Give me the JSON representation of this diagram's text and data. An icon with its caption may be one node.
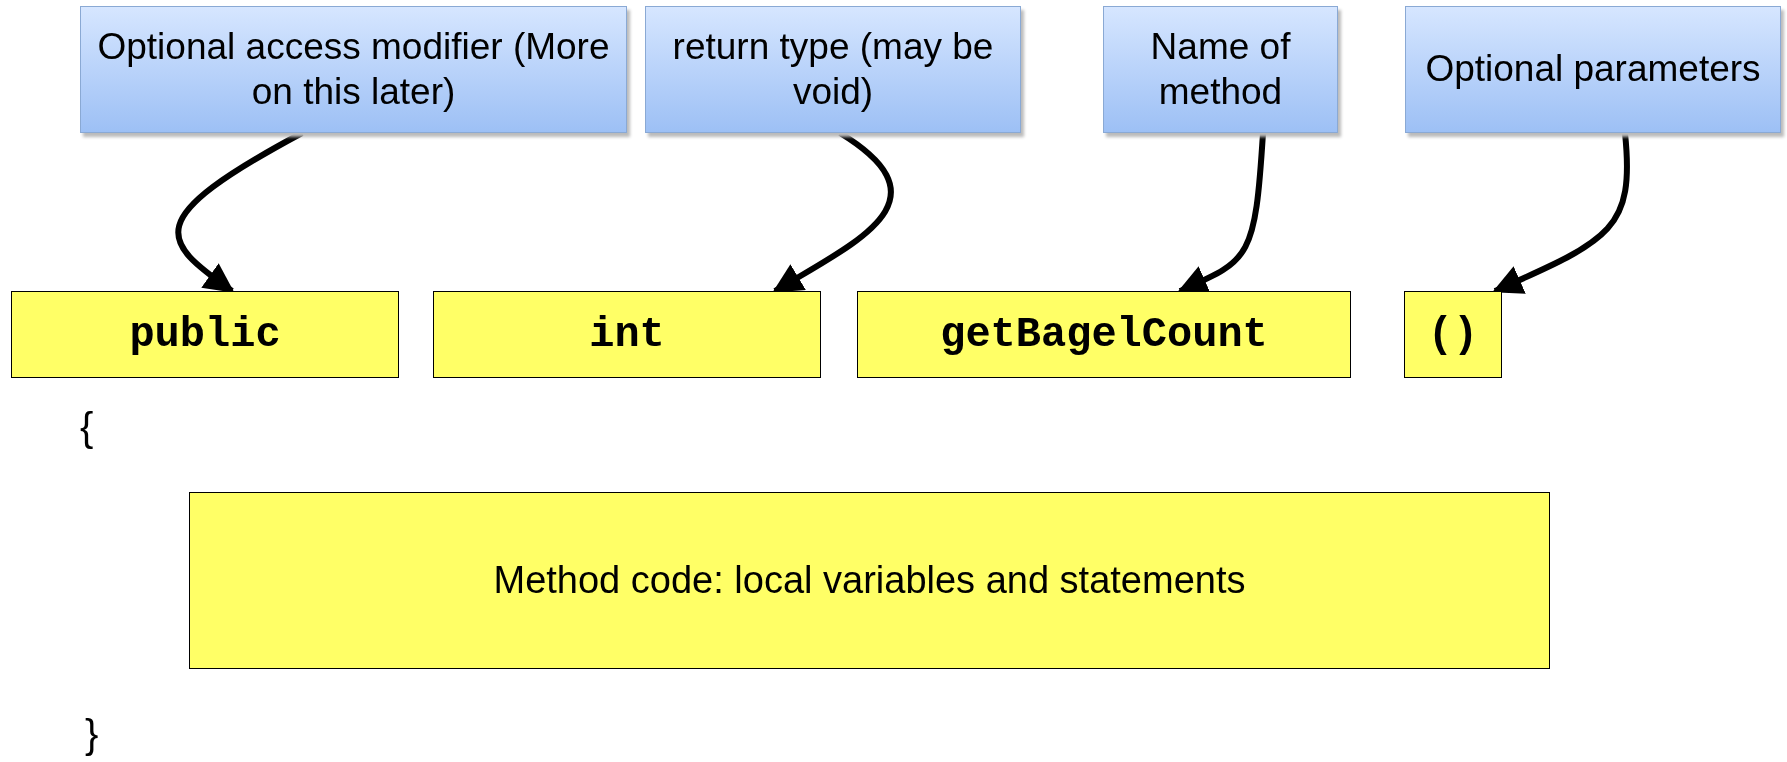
{
  "diagram": {
    "nodes": [
      {
        "text": [
          "Optional access modifier (More on this later)"
        ]
      },
      {
        "text": [
          "return type (may be void)"
        ]
      },
      {
        "text": [
          "Name of method"
        ]
      },
      {
        "text": [
          "Optional parameters"
        ]
      },
      {
        "text": [
          "public"
        ]
      },
      {
        "text": [
          "int"
        ]
      },
      {
        "text": [
          "getBagelCount"
        ]
      },
      {
        "text": [
          "()"
        ]
      },
      {
        "text": [
          "Method code: local variables and statements"
        ]
      }
    ],
    "edges": [
      {
        "from": 0,
        "to": 4,
        "arrow": "to"
      },
      {
        "from": 1,
        "to": 5,
        "arrow": "to"
      },
      {
        "from": 2,
        "to": 6,
        "arrow": "to"
      },
      {
        "from": 3,
        "to": 7,
        "arrow": "to"
      }
    ],
    "labels": [
      "{",
      "}"
    ]
  }
}
